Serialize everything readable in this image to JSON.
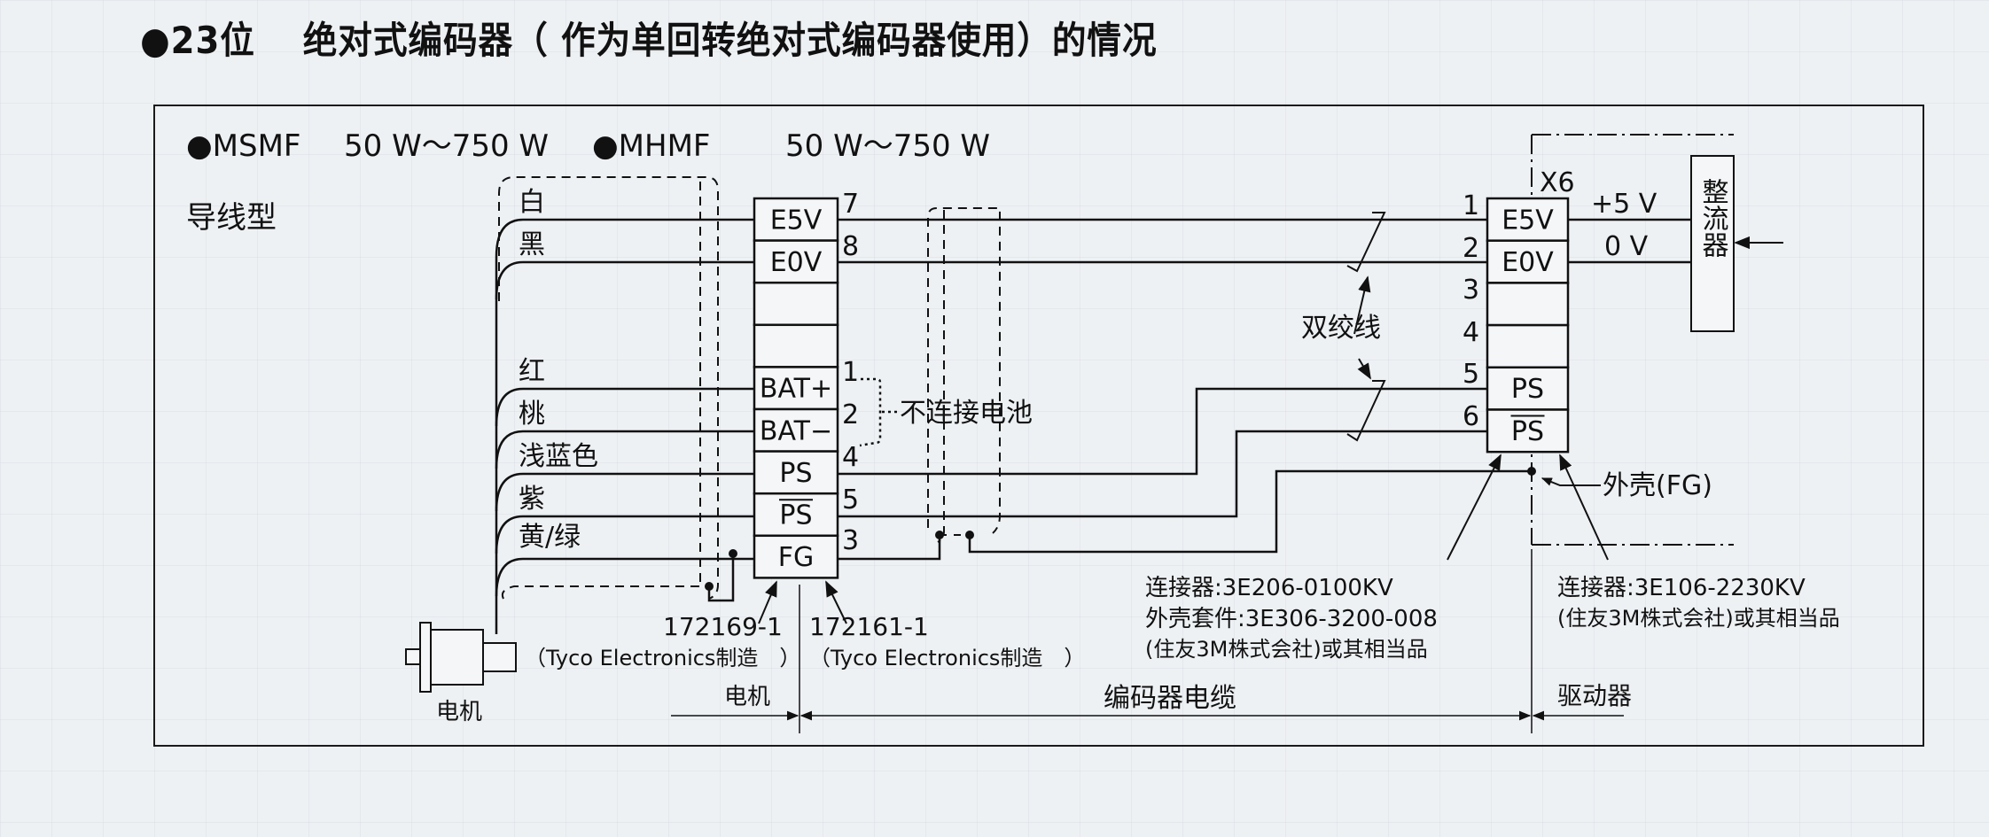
{
  "title": "●23位　 绝对式编码器（ 作为单回转绝对式编码器使用）的情况",
  "header": {
    "model1_name": "●MSMF",
    "model1_range": "50 W～750 W",
    "model2_name": "●MHMF",
    "model2_range": "50 W～750 W",
    "wire_type": "导线型"
  },
  "motor": {
    "label": "电机",
    "wires": [
      {
        "color_name": "白",
        "signal": "E5V",
        "pin": "7"
      },
      {
        "color_name": "黑",
        "signal": "E0V",
        "pin": "8"
      },
      {
        "color_name": "红",
        "signal": "BAT+",
        "pin": "1"
      },
      {
        "color_name": "桃",
        "signal": "BAT−",
        "pin": "2"
      },
      {
        "color_name": "浅蓝色",
        "signal": "PS",
        "pin": "4"
      },
      {
        "color_name": "紫",
        "signal": "PS",
        "pin": "5",
        "overline": true
      },
      {
        "color_name": "黄/绿",
        "signal": "FG",
        "pin": "3"
      }
    ],
    "connector_cells": [
      "E5V",
      "E0V",
      "",
      "",
      "BAT+",
      "BAT−",
      "PS",
      "PS",
      "FG"
    ],
    "battery_note": "不连接电池",
    "plug_part": "172169-1",
    "plug_maker": "（Tyco Electronics制造　）",
    "socket_part": "172161-1",
    "socket_maker": "（Tyco Electronics制造　）"
  },
  "cable": {
    "twisted_pair_label": "双绞线",
    "section_label": "编码器电缆"
  },
  "driver": {
    "connector_name": "X6",
    "pins": [
      {
        "pin": "1",
        "signal": "E5V"
      },
      {
        "pin": "2",
        "signal": "E0V"
      },
      {
        "pin": "3",
        "signal": ""
      },
      {
        "pin": "4",
        "signal": ""
      },
      {
        "pin": "5",
        "signal": "PS"
      },
      {
        "pin": "6",
        "signal": "PS",
        "overline": true
      }
    ],
    "plus5v": "+5 V",
    "zero_v": "0 V",
    "rectifier": "整流器",
    "shell_label": "外壳(FG)",
    "connector_part": "连接器:3E206-0100KV",
    "shell_kit": "外壳套件:3E306-3200-008",
    "maker_note_1": "(住友3M株式会社)或其相当品",
    "driver_connector_part": "连接器:3E106-2230KV",
    "maker_note_2": "(住友3M株式会社)或其相当品",
    "section_label": "驱动器"
  },
  "sections": {
    "motor_label": "电机"
  }
}
